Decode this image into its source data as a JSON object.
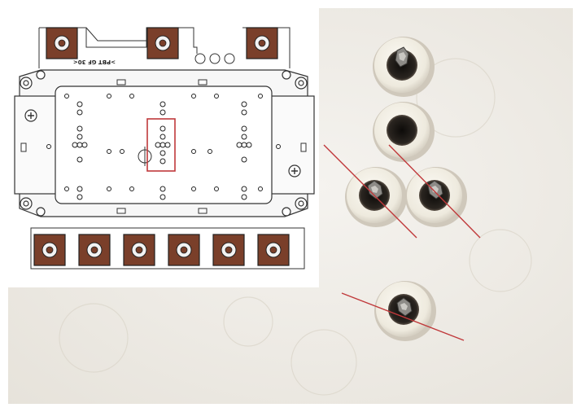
{
  "image": {
    "type": "composite-photo",
    "background_color": "#efece6"
  },
  "diagram": {
    "module_label": ">PBT GF 30<",
    "terminal_color": "#7a3f2a",
    "highlight_color": "#c0393b"
  },
  "photo": {
    "pin_count": 5,
    "cut_line_color": "#c0393b"
  }
}
